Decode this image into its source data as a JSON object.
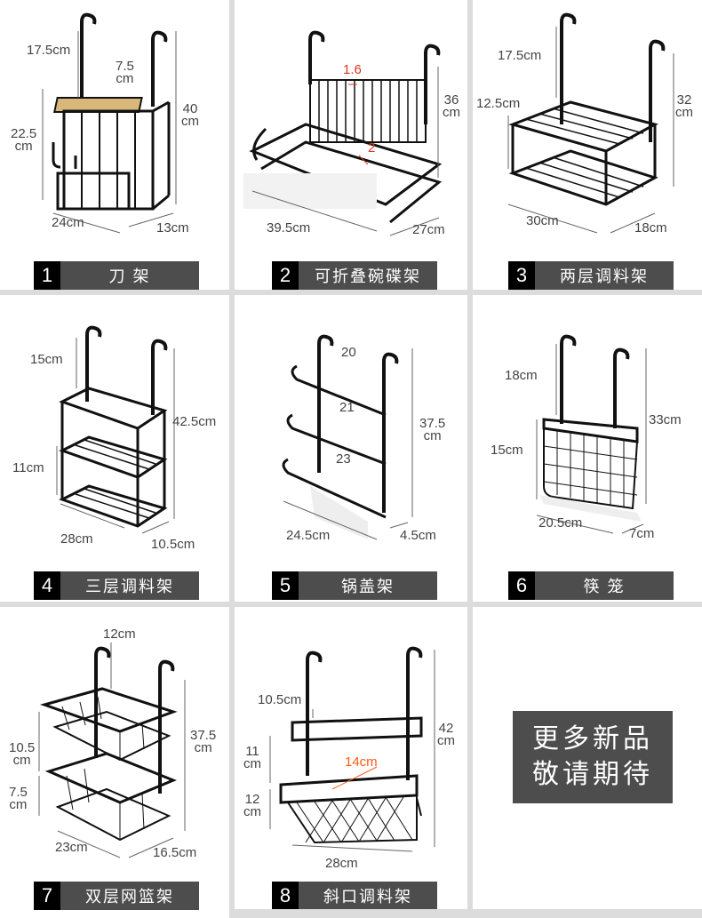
{
  "products": [
    {
      "num": "1",
      "name": "刀 架",
      "dims": [
        "17.5cm",
        "7.5\ncm",
        "40\ncm",
        "22.5\ncm",
        "24cm",
        "13cm"
      ]
    },
    {
      "num": "2",
      "name": "可折叠碗碟架",
      "dims": [
        "1.6",
        "36\ncm",
        "2",
        "39.5cm",
        "27cm"
      ]
    },
    {
      "num": "3",
      "name": "两层调料架",
      "dims": [
        "17.5cm",
        "32\ncm",
        "12.5cm",
        "30cm",
        "18cm"
      ]
    },
    {
      "num": "4",
      "name": "三层调料架",
      "dims": [
        "15cm",
        "42.5cm",
        "11cm",
        "28cm",
        "10.5cm"
      ]
    },
    {
      "num": "5",
      "name": "锅盖架",
      "dims": [
        "20",
        "21",
        "37.5\ncm",
        "23",
        "24.5cm",
        "4.5cm"
      ]
    },
    {
      "num": "6",
      "name": "筷 笼",
      "dims": [
        "18cm",
        "33cm",
        "15cm",
        "20.5cm",
        "7cm"
      ]
    },
    {
      "num": "7",
      "name": "双层网篮架",
      "dims": [
        "12cm",
        "37.5\ncm",
        "10.5\ncm",
        "7.5\ncm",
        "23cm",
        "16.5cm"
      ]
    },
    {
      "num": "8",
      "name": "斜口调料架",
      "dims": [
        "10.5cm",
        "42\ncm",
        "11\ncm",
        "14cm",
        "12\ncm",
        "28cm"
      ]
    }
  ],
  "more": {
    "line1": "更多新品",
    "line2": "敬请期待"
  },
  "colors": {
    "frame": "#111111",
    "caption_bg": "#4d4d4d",
    "num_bg": "#000000",
    "dim_red": "#e0321e",
    "dim_orange": "#ff5a14",
    "wood": "#d9b77a"
  }
}
